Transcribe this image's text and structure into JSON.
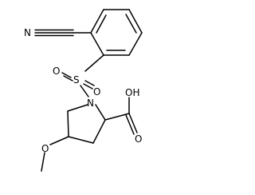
{
  "structure": {
    "atoms": {
      "nitrile_n": "N",
      "sulfur": "S",
      "sulfonyl_o_left": "O",
      "sulfonyl_o_right": "O",
      "ring_n": "N",
      "carboxyl_oh": "OH",
      "carbonyl_o": "O",
      "methoxy_o": "O"
    }
  }
}
